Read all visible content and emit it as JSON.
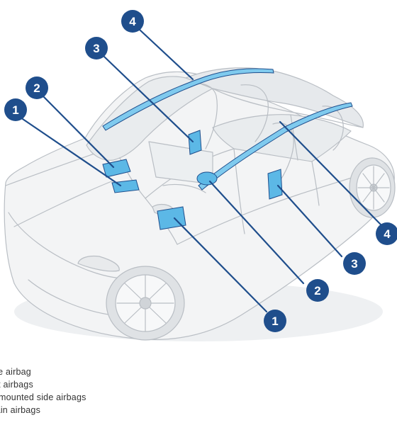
{
  "diagram": {
    "callouts": [
      {
        "id": "c4a",
        "number": "4"
      },
      {
        "id": "c3a",
        "number": "3"
      },
      {
        "id": "c2a",
        "number": "2"
      },
      {
        "id": "c1a",
        "number": "1"
      },
      {
        "id": "c4b",
        "number": "4"
      },
      {
        "id": "c3b",
        "number": "3"
      },
      {
        "id": "c2b",
        "number": "2"
      },
      {
        "id": "c1b",
        "number": "1"
      }
    ],
    "legend": [
      {
        "text": "ee airbag"
      },
      {
        "text": "nt airbags"
      },
      {
        "text": "t-mounted side airbags"
      },
      {
        "text": "tain airbags"
      }
    ]
  },
  "colors": {
    "badge": "#1f4e8c",
    "leader": "#1f4e8c",
    "airbag": "#5cb8e6",
    "airbag_edge": "#1f4e8c",
    "car_line": "#b9bec4",
    "car_fill": "#f3f4f5"
  }
}
